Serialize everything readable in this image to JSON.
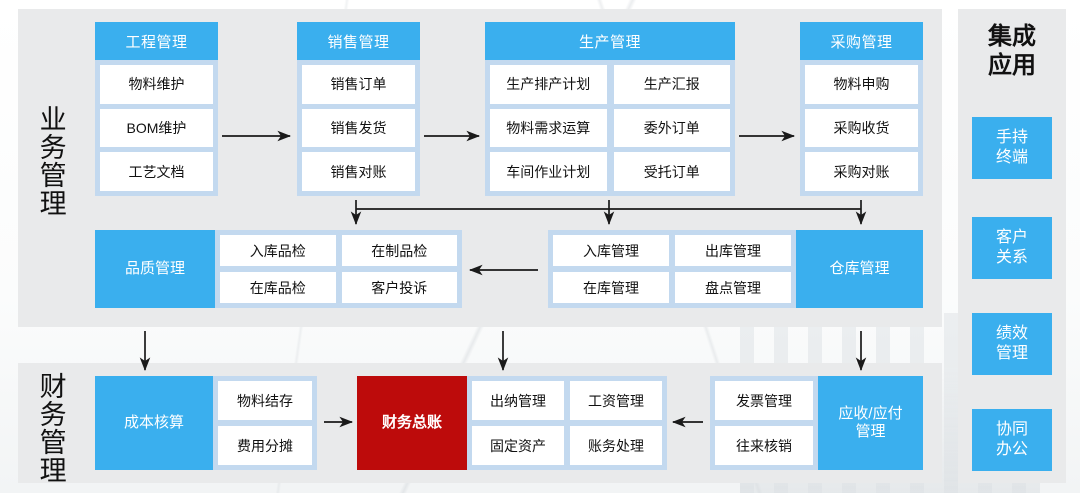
{
  "sections": {
    "business": {
      "label": "业务管理"
    },
    "finance": {
      "label": "财务管理"
    },
    "integration": {
      "title": "集成\n应用"
    }
  },
  "colors": {
    "blue": "#3aafee",
    "light_blue": "#c3d9ef",
    "panel_gray": "#e9eaeb",
    "red": "#bd0b0b",
    "white": "#ffffff"
  },
  "modules": {
    "engineering": {
      "title": "工程管理",
      "items": [
        "物料维护",
        "BOM维护",
        "工艺文档"
      ]
    },
    "sales": {
      "title": "销售管理",
      "items": [
        "销售订单",
        "销售发货",
        "销售对账"
      ]
    },
    "production": {
      "title": "生产管理",
      "items": [
        "生产排产计划",
        "生产汇报",
        "物料需求运算",
        "委外订单",
        "车间作业计划",
        "受托订单"
      ]
    },
    "purchasing": {
      "title": "采购管理",
      "items": [
        "物料申购",
        "采购收货",
        "采购对账"
      ]
    },
    "quality": {
      "title": "品质管理",
      "items": [
        "入库品检",
        "在制品检",
        "在库品检",
        "客户投诉"
      ]
    },
    "warehouse": {
      "title": "仓库管理",
      "items": [
        "入库管理",
        "出库管理",
        "在库管理",
        "盘点管理"
      ]
    },
    "cost": {
      "title": "成本核算",
      "items": [
        "物料结存",
        "费用分摊"
      ]
    },
    "ledger": {
      "title": "财务总账"
    },
    "ledger_items": {
      "items": [
        "出纳管理",
        "工资管理",
        "固定资产",
        "账务处理"
      ]
    },
    "receivable": {
      "title": "应收/应付\n管理",
      "items": [
        "发票管理",
        "往来核销"
      ]
    }
  },
  "integration_apps": [
    {
      "label": "手持\n终端"
    },
    {
      "label": "客户\n关系"
    },
    {
      "label": "绩效\n管理"
    },
    {
      "label": "协同\n办公"
    }
  ]
}
